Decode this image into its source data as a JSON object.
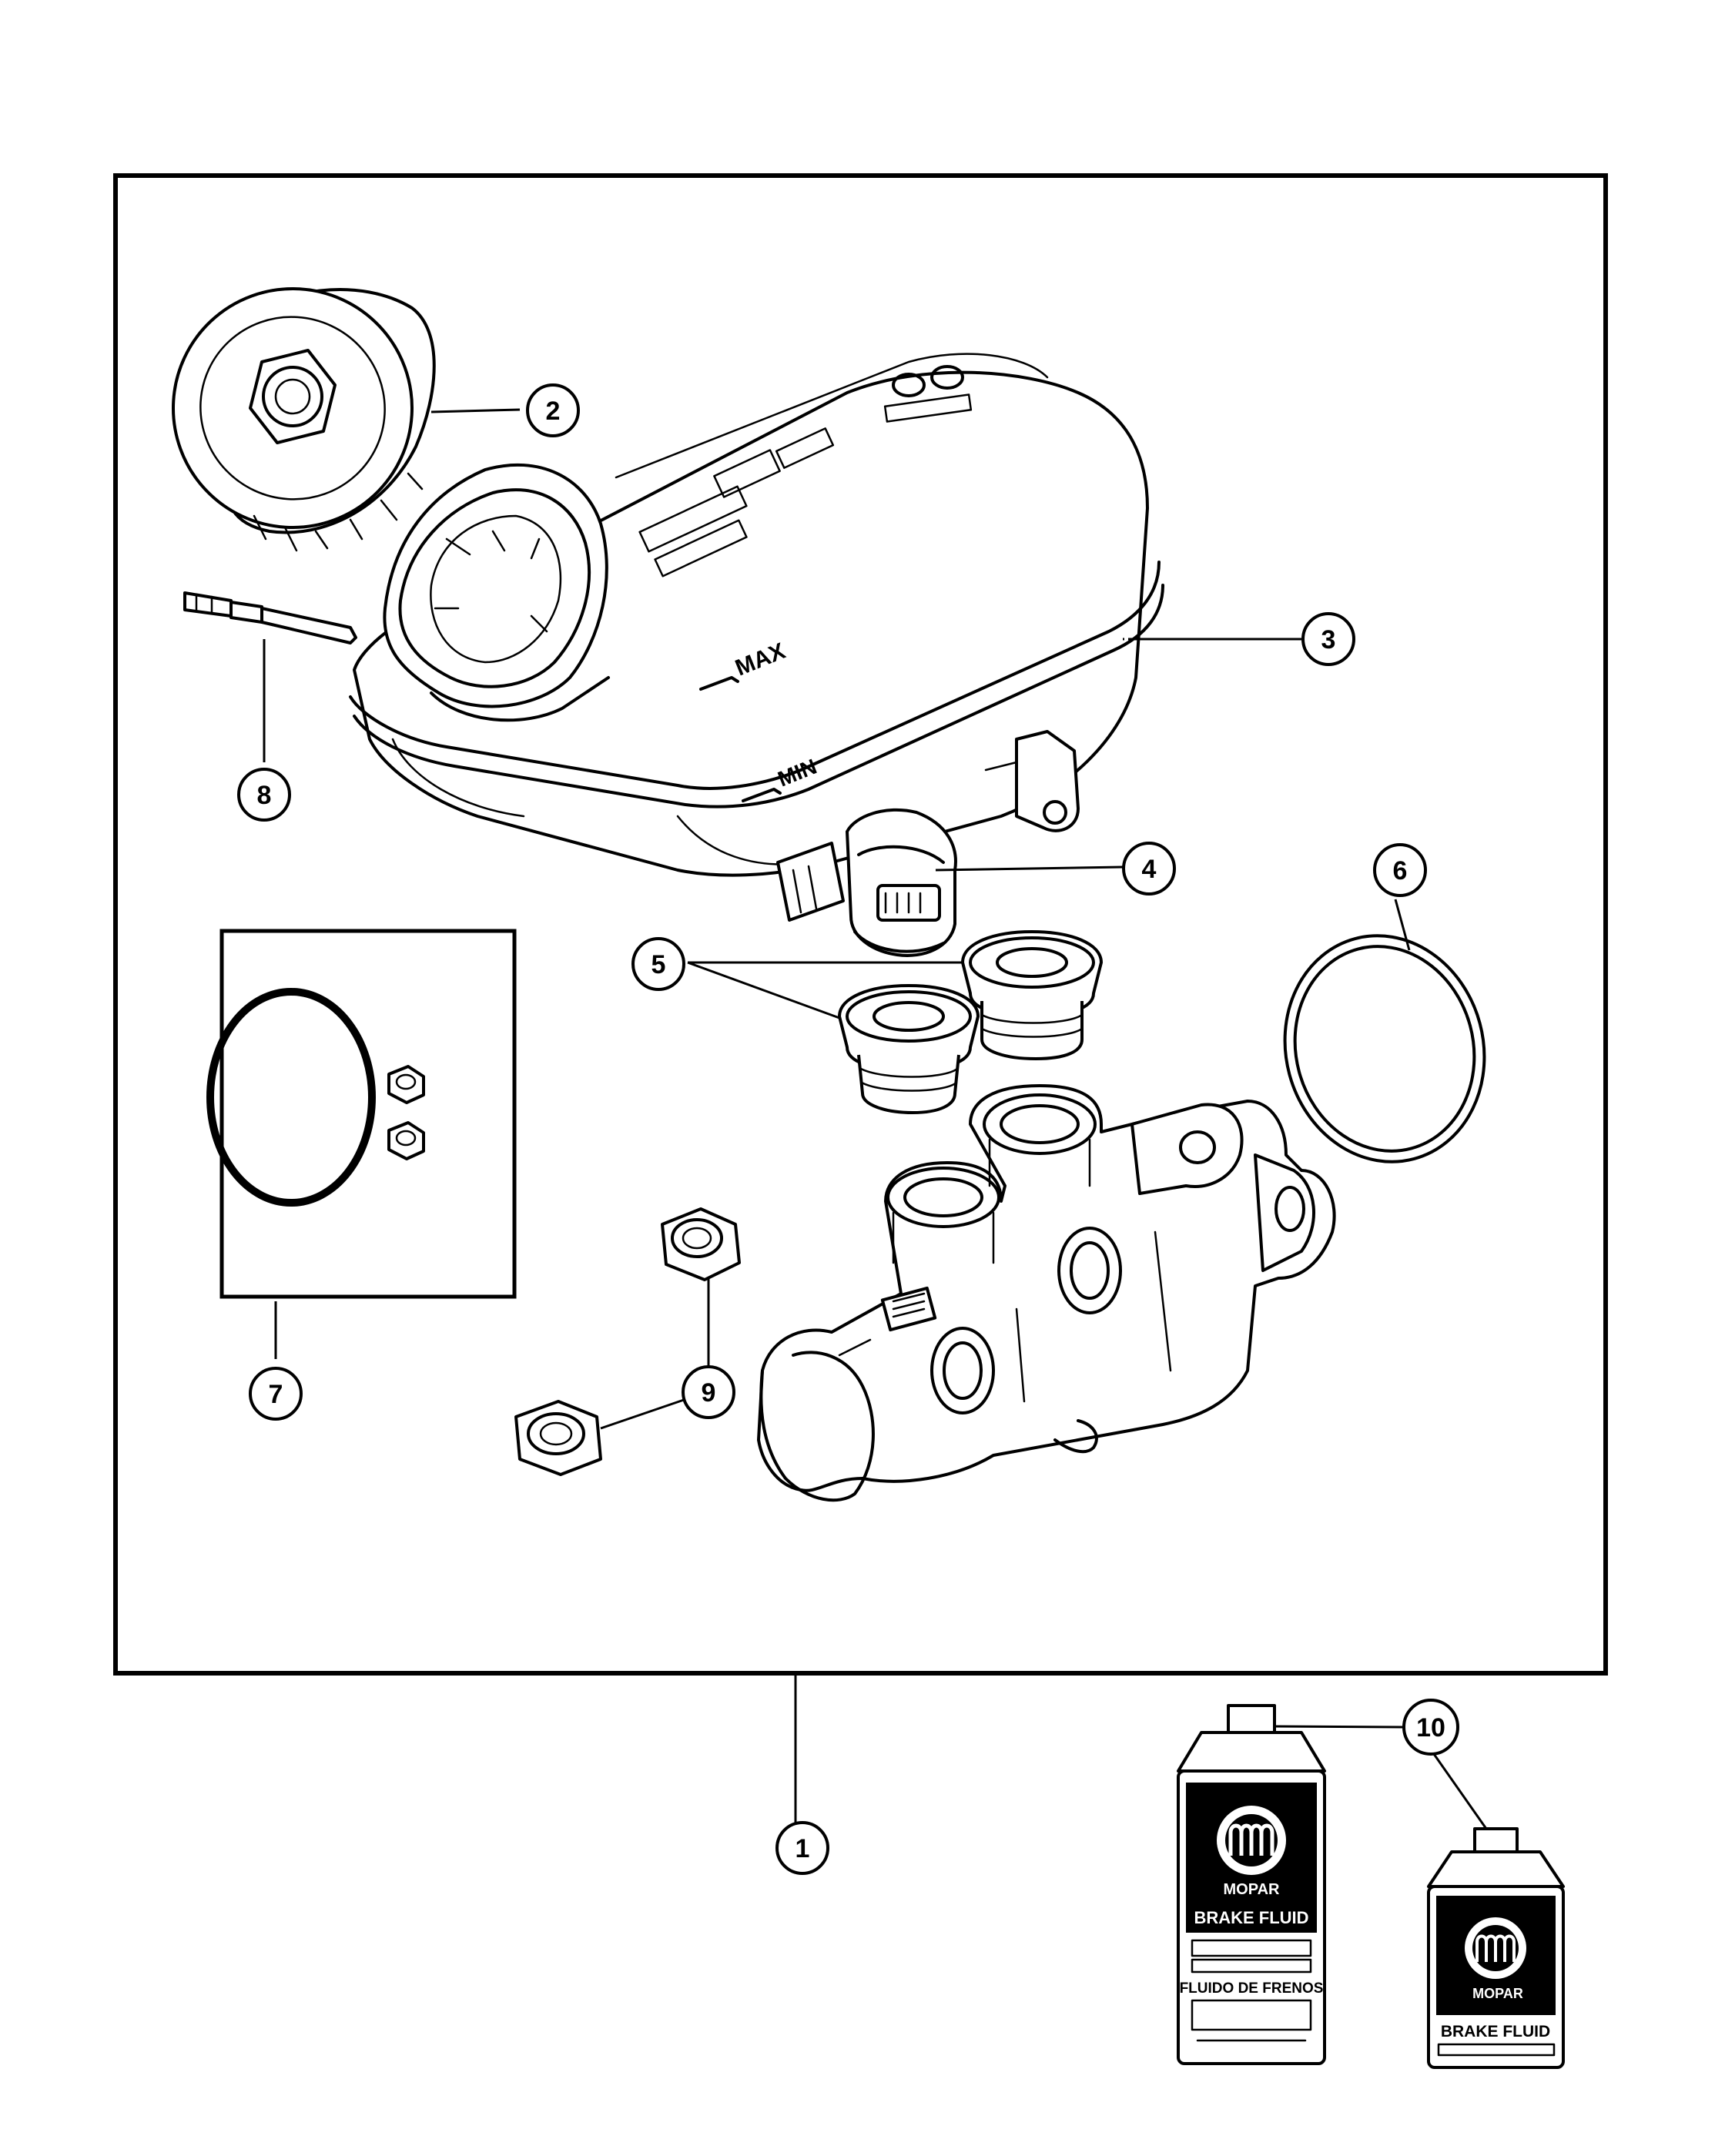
{
  "callouts": [
    {
      "id": "1",
      "label": "1"
    },
    {
      "id": "2",
      "label": "2"
    },
    {
      "id": "3",
      "label": "3"
    },
    {
      "id": "4",
      "label": "4"
    },
    {
      "id": "5",
      "label": "5"
    },
    {
      "id": "6",
      "label": "6"
    },
    {
      "id": "7",
      "label": "7"
    },
    {
      "id": "8",
      "label": "8"
    },
    {
      "id": "9",
      "label": "9"
    },
    {
      "id": "10",
      "label": "10"
    }
  ],
  "reservoir": {
    "max_mark": "MAX",
    "min_mark": "MIN"
  },
  "bottles": {
    "large": {
      "brand": "MOPAR",
      "title": "BRAKE FLUID",
      "subtitle": "FLUIDO DE FRENOS"
    },
    "small": {
      "brand": "MOPAR",
      "title": "BRAKE FLUID"
    }
  },
  "colors": {
    "line": "#000000",
    "background": "#ffffff"
  }
}
